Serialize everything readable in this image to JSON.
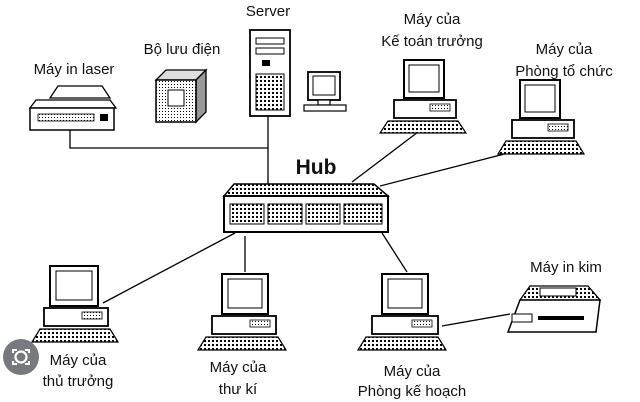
{
  "diagram": {
    "hub": "Hub",
    "server": "Server",
    "ups": "Bộ lưu điện",
    "laser_printer": "Máy in laser",
    "accountant": [
      "Máy của",
      "Kế toán trưởng"
    ],
    "org_dept": [
      "Máy của",
      "Phòng tổ chức"
    ],
    "head": [
      "Máy của",
      "thủ trưởng"
    ],
    "secretary": [
      "Máy của",
      "thư kí"
    ],
    "planning": [
      "Máy của",
      "Phòng kế hoạch"
    ],
    "dot_printer": "Máy in kim"
  },
  "overlay": {
    "icon": "lens-search-icon"
  }
}
